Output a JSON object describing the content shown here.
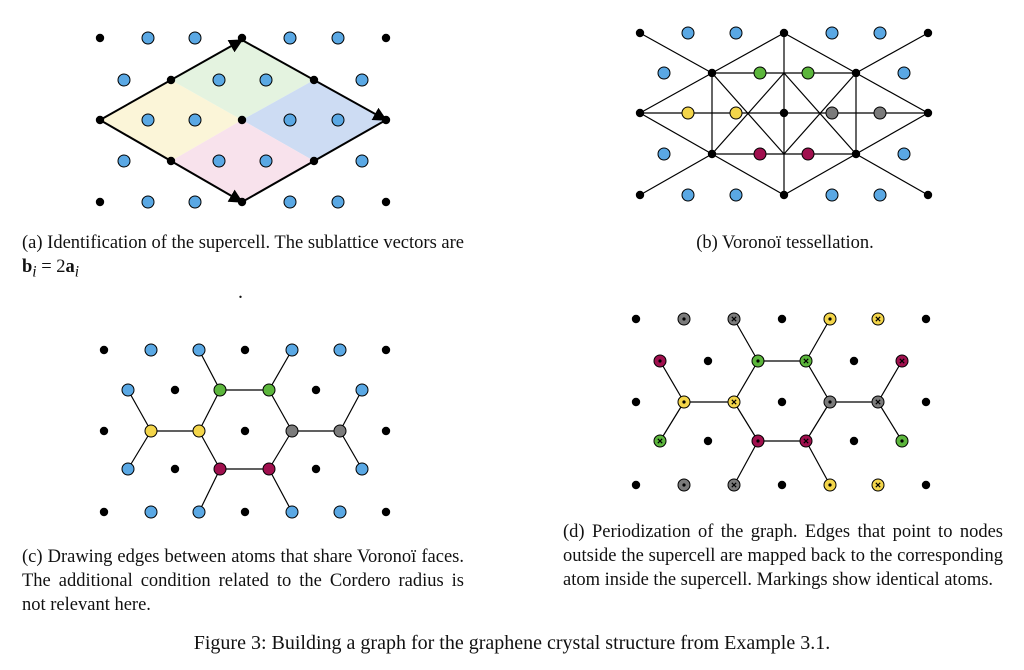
{
  "captions": {
    "a_text": "(a) Identification of the supercell.  The sublattice vectors are",
    "a_math_bold": "b",
    "a_math_sub": "i",
    "a_math_eq": " = 2",
    "a_math_bold2": "a",
    "a_math_sub2": "i",
    "a_period": ".",
    "b": "(b) Voronoï tessellation.",
    "c": "(c) Drawing edges between atoms that share Voronoï faces. The additional condition related to the Cordero radius is not relevant here.",
    "d": "(d) Periodization of the graph. Edges that point to nodes outside the supercell are mapped back to the corresponding atom inside the supercell.  Markings show identical atoms."
  },
  "figure_caption": "Figure 3: Building a graph for the graphene crystal structure from Example 3.1.",
  "colors": {
    "blue": "#5aa8e4",
    "black": "#000000",
    "green": "#5cb63c",
    "yellow": "#f3d54a",
    "gray": "#7b7b7b",
    "crimson": "#a0104e",
    "region_green": "#e4f3e0",
    "region_yellow": "#fbf5d8",
    "region_blue": "#cddcf3",
    "region_pink": "#f8e2ec"
  }
}
